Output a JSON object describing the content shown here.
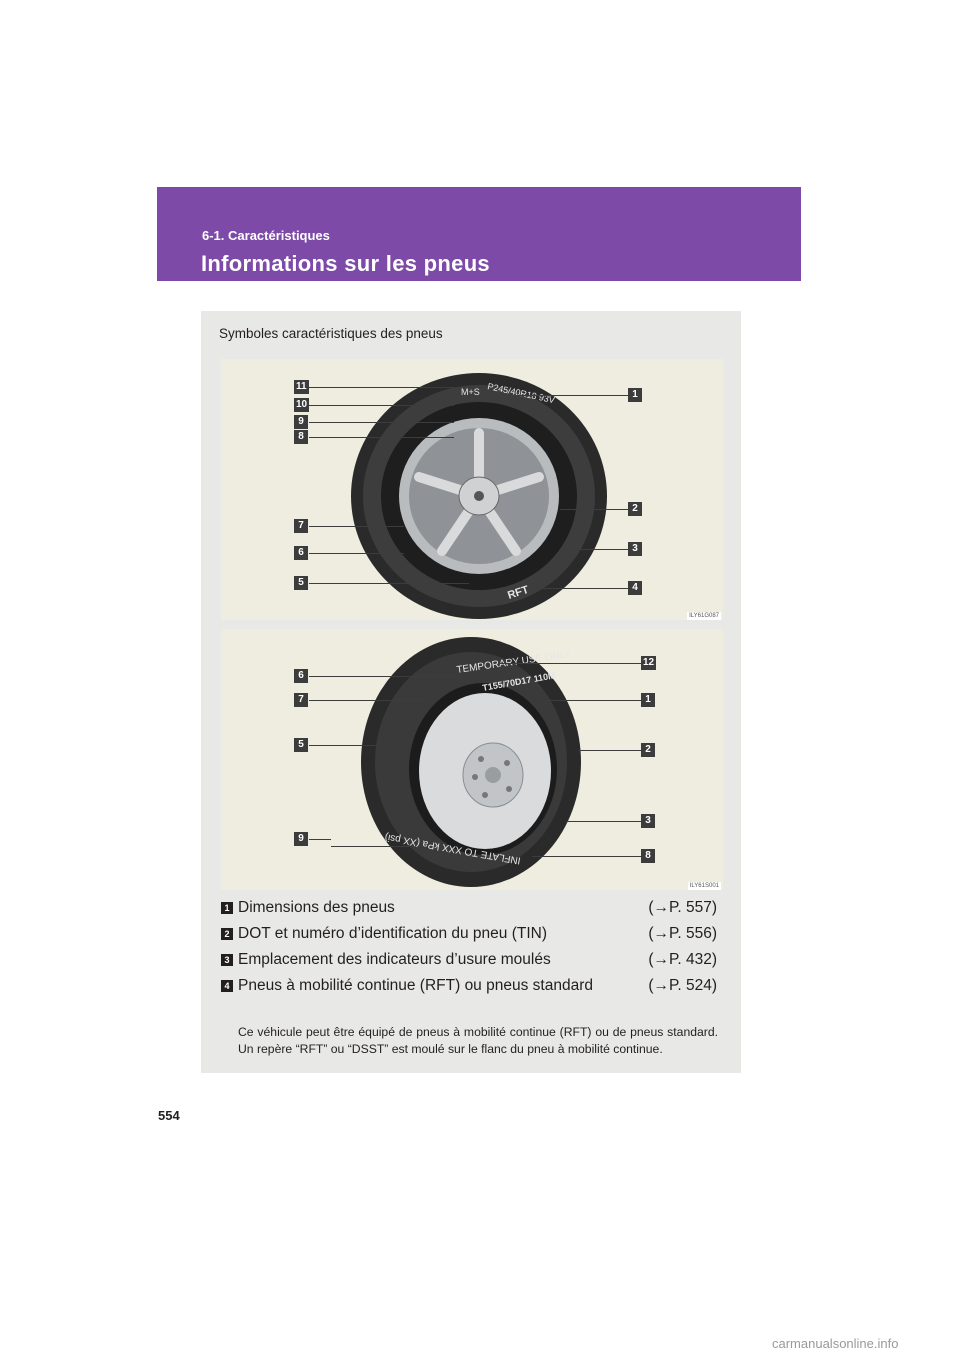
{
  "header": {
    "section": "6-1. Caractéristiques",
    "title": "Informations sur les pneus"
  },
  "panel": {
    "heading": "Symboles caractéristiques des pneus"
  },
  "figure1": {
    "code": "ILY61G087",
    "tire_labels": [
      "M+S",
      "P245/40R18 93V",
      "RFT"
    ],
    "callouts": [
      "11",
      "10",
      "9",
      "8",
      "7",
      "6",
      "5",
      "1",
      "2",
      "3",
      "4"
    ]
  },
  "figure2": {
    "code": "ILY61S001",
    "tire_labels": [
      "TEMPORARY USE ONLY",
      "T155/70D17 110M",
      "INFLATE TO XXX kPa (XX psi)"
    ],
    "callouts": [
      "6",
      "7",
      "5",
      "9",
      "12",
      "1",
      "2",
      "3",
      "8"
    ]
  },
  "legend": [
    {
      "num": "1",
      "label": "Dimensions des pneus",
      "ref": "(→P. 557)"
    },
    {
      "num": "2",
      "label": "DOT et numéro d’identification du pneu (TIN)",
      "ref": "(→P. 556)"
    },
    {
      "num": "3",
      "label": "Emplacement des indicateurs d’usure moulés",
      "ref": "(→P. 432)"
    },
    {
      "num": "4",
      "label": "Pneus à mobilité continue (RFT) ou pneus standard",
      "ref": "(→P. 524)"
    }
  ],
  "note": "Ce véhicule peut être équipé de pneus à mobilité continue (RFT) ou de pneus standard. Un repère “RFT” ou “DSST” est moulé sur le flanc du pneu à mobilité continue.",
  "page_number": "554",
  "watermark": "carmanualsonline.info",
  "colors": {
    "header": "#7d4aa8",
    "panel": "#e8e8e6",
    "figure_bg": "#eeeddf",
    "callout": "#3c3c3c"
  }
}
